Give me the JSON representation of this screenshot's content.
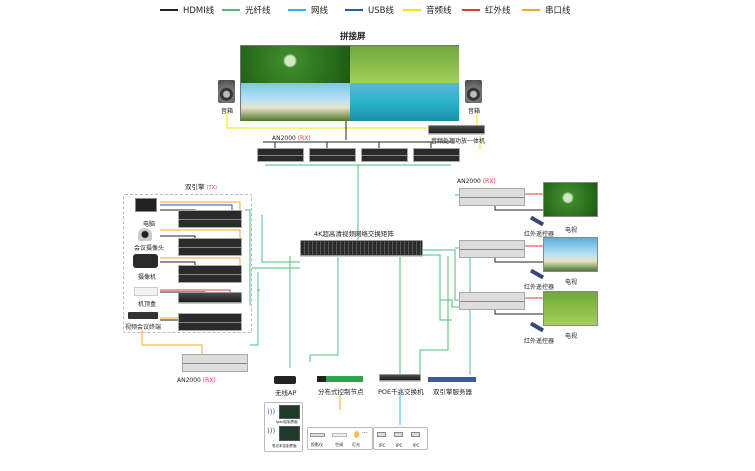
{
  "legend": [
    {
      "label": "HDMI线",
      "color": "#222222"
    },
    {
      "label": "光纤线",
      "color": "#4cbf7a"
    },
    {
      "label": "网线",
      "color": "#29b6f6"
    },
    {
      "label": "USB线",
      "color": "#2a5aa8"
    },
    {
      "label": "音频线",
      "color": "#f5e500"
    },
    {
      "label": "红外线",
      "color": "#e53935"
    },
    {
      "label": "串口线",
      "color": "#f5a623"
    }
  ],
  "top": {
    "title": "拼接屏",
    "speaker": "音箱",
    "amp": "音频处理功放一体机",
    "rx_label": "AN2000",
    "rx_tag": "(RX)"
  },
  "matrix": {
    "label": "4K超高清视频网络交换矩阵"
  },
  "tx": {
    "title": "双引擎",
    "tag": "(TX)",
    "sources": [
      "电脑",
      "会议摄像头",
      "摄像机",
      "机顶盒",
      "视频会议终端"
    ]
  },
  "left_rx": {
    "label": "AN2000",
    "tag": "(RX)"
  },
  "right": {
    "rx_label": "AN2000",
    "rx_tag": "(RX)",
    "tv": "电视",
    "remote": "红外遥控器"
  },
  "bottom": {
    "ap": "无线AP",
    "node": "分布式控制节点",
    "poe": "POE千兆交换机",
    "server": "双引擎服务器",
    "ipad": "Ipad控制界面",
    "laptop": "笔记本控制界面",
    "controls": [
      "投影仪",
      "空调",
      "灯光"
    ],
    "ipc": [
      "IPC",
      "IPC",
      "IPC"
    ]
  }
}
